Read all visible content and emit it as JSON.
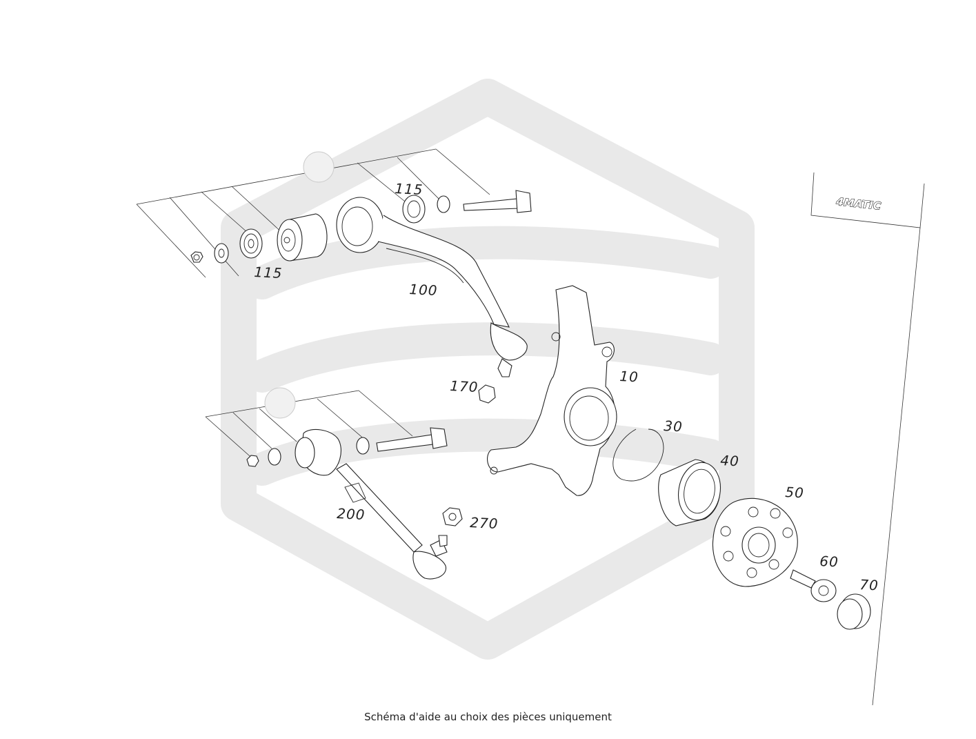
{
  "caption": "Schéma d'aide au choix des pièces uniquement",
  "badge": {
    "text": "4MATIC"
  },
  "callouts": {
    "c115a": "115",
    "c115b": "115",
    "c100": "100",
    "c170": "170",
    "c10": "10",
    "c30": "30",
    "c40": "40",
    "c50": "50",
    "c60": "60",
    "c70": "70",
    "c200": "200",
    "c270": "270"
  },
  "colors": {
    "line": "#222222",
    "watermark": "#e9e9e9"
  }
}
